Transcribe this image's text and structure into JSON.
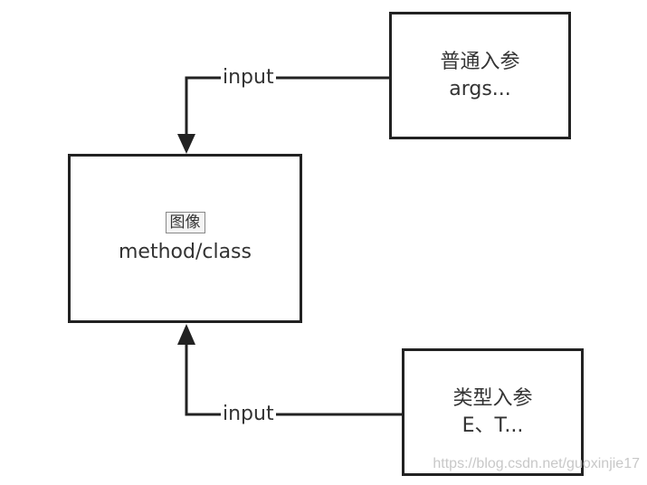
{
  "nodes": {
    "top_right": {
      "line1": "普通入参",
      "line2": "args..."
    },
    "center": {
      "badge": "图像",
      "label": "method/class"
    },
    "bottom_right": {
      "line1": "类型入参",
      "line2": "E、T..."
    }
  },
  "edges": {
    "top": {
      "label": "input"
    },
    "bottom": {
      "label": "input"
    }
  },
  "watermark": "https://blog.csdn.net/guoxinjie17"
}
